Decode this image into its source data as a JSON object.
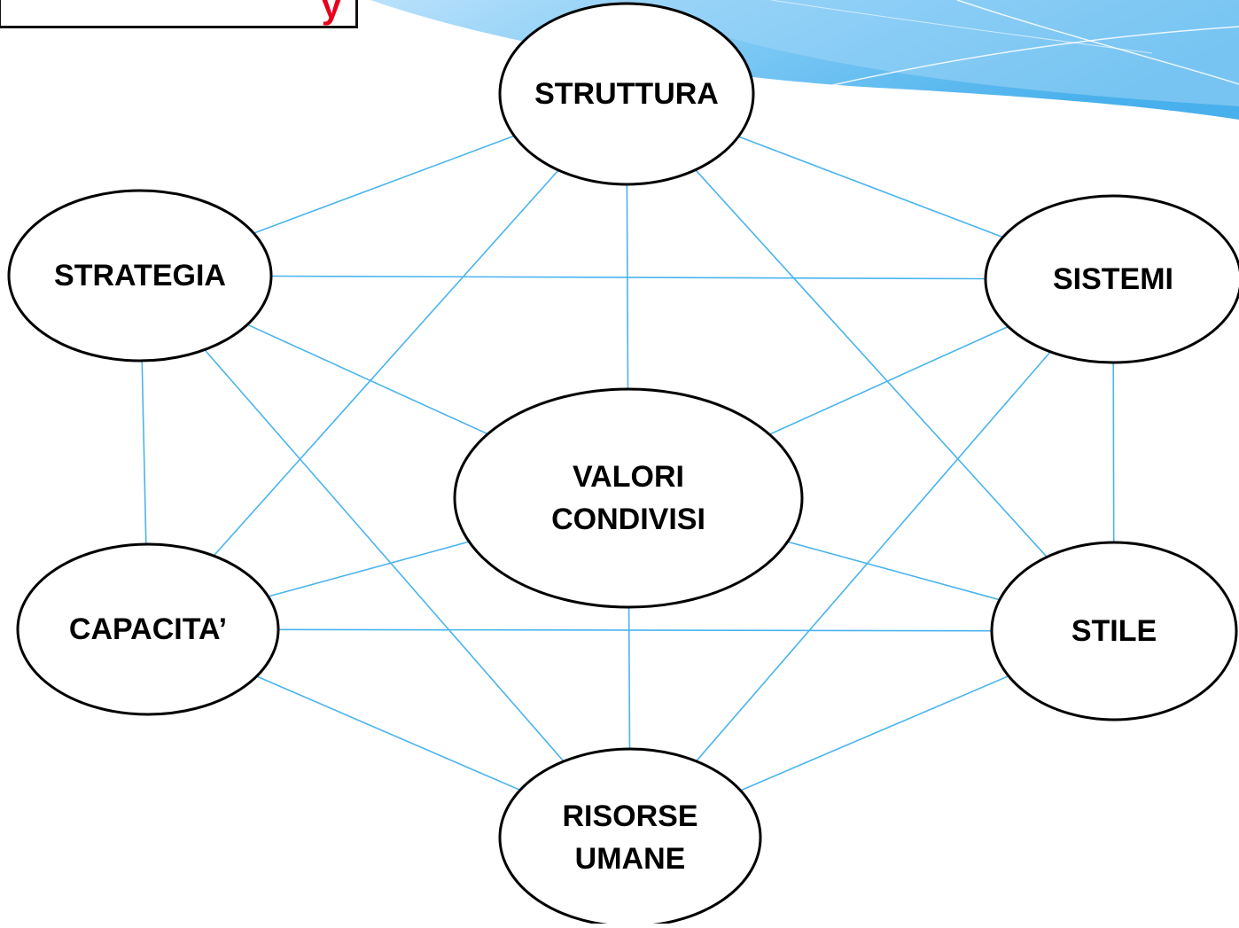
{
  "title_box": {
    "text": "y"
  },
  "colors": {
    "edge": "#4ab4ee",
    "node_stroke": "#000000",
    "node_fill": "#ffffff",
    "title_text": "#e8001c",
    "banner_light": "#a8d8f8",
    "banner_dark": "#5ab8ee"
  },
  "nodes": [
    {
      "id": "struttura",
      "lines": [
        "STRUTTURA"
      ]
    },
    {
      "id": "strategia",
      "lines": [
        "STRATEGIA"
      ]
    },
    {
      "id": "sistemi",
      "lines": [
        "SISTEMI"
      ]
    },
    {
      "id": "valori",
      "lines": [
        "VALORI",
        "CONDIVISI"
      ]
    },
    {
      "id": "capacita",
      "lines": [
        "CAPACITA’"
      ]
    },
    {
      "id": "stile",
      "lines": [
        "STILE"
      ]
    },
    {
      "id": "risorse",
      "lines": [
        "RISORSE",
        "UMANE"
      ]
    }
  ],
  "edges": [
    [
      "struttura",
      "strategia"
    ],
    [
      "struttura",
      "sistemi"
    ],
    [
      "struttura",
      "valori"
    ],
    [
      "struttura",
      "capacita"
    ],
    [
      "struttura",
      "stile"
    ],
    [
      "strategia",
      "sistemi"
    ],
    [
      "strategia",
      "valori"
    ],
    [
      "strategia",
      "capacita"
    ],
    [
      "strategia",
      "risorse"
    ],
    [
      "sistemi",
      "valori"
    ],
    [
      "sistemi",
      "stile"
    ],
    [
      "sistemi",
      "risorse"
    ],
    [
      "valori",
      "capacita"
    ],
    [
      "valori",
      "stile"
    ],
    [
      "valori",
      "risorse"
    ],
    [
      "capacita",
      "stile"
    ],
    [
      "capacita",
      "risorse"
    ],
    [
      "stile",
      "risorse"
    ]
  ]
}
